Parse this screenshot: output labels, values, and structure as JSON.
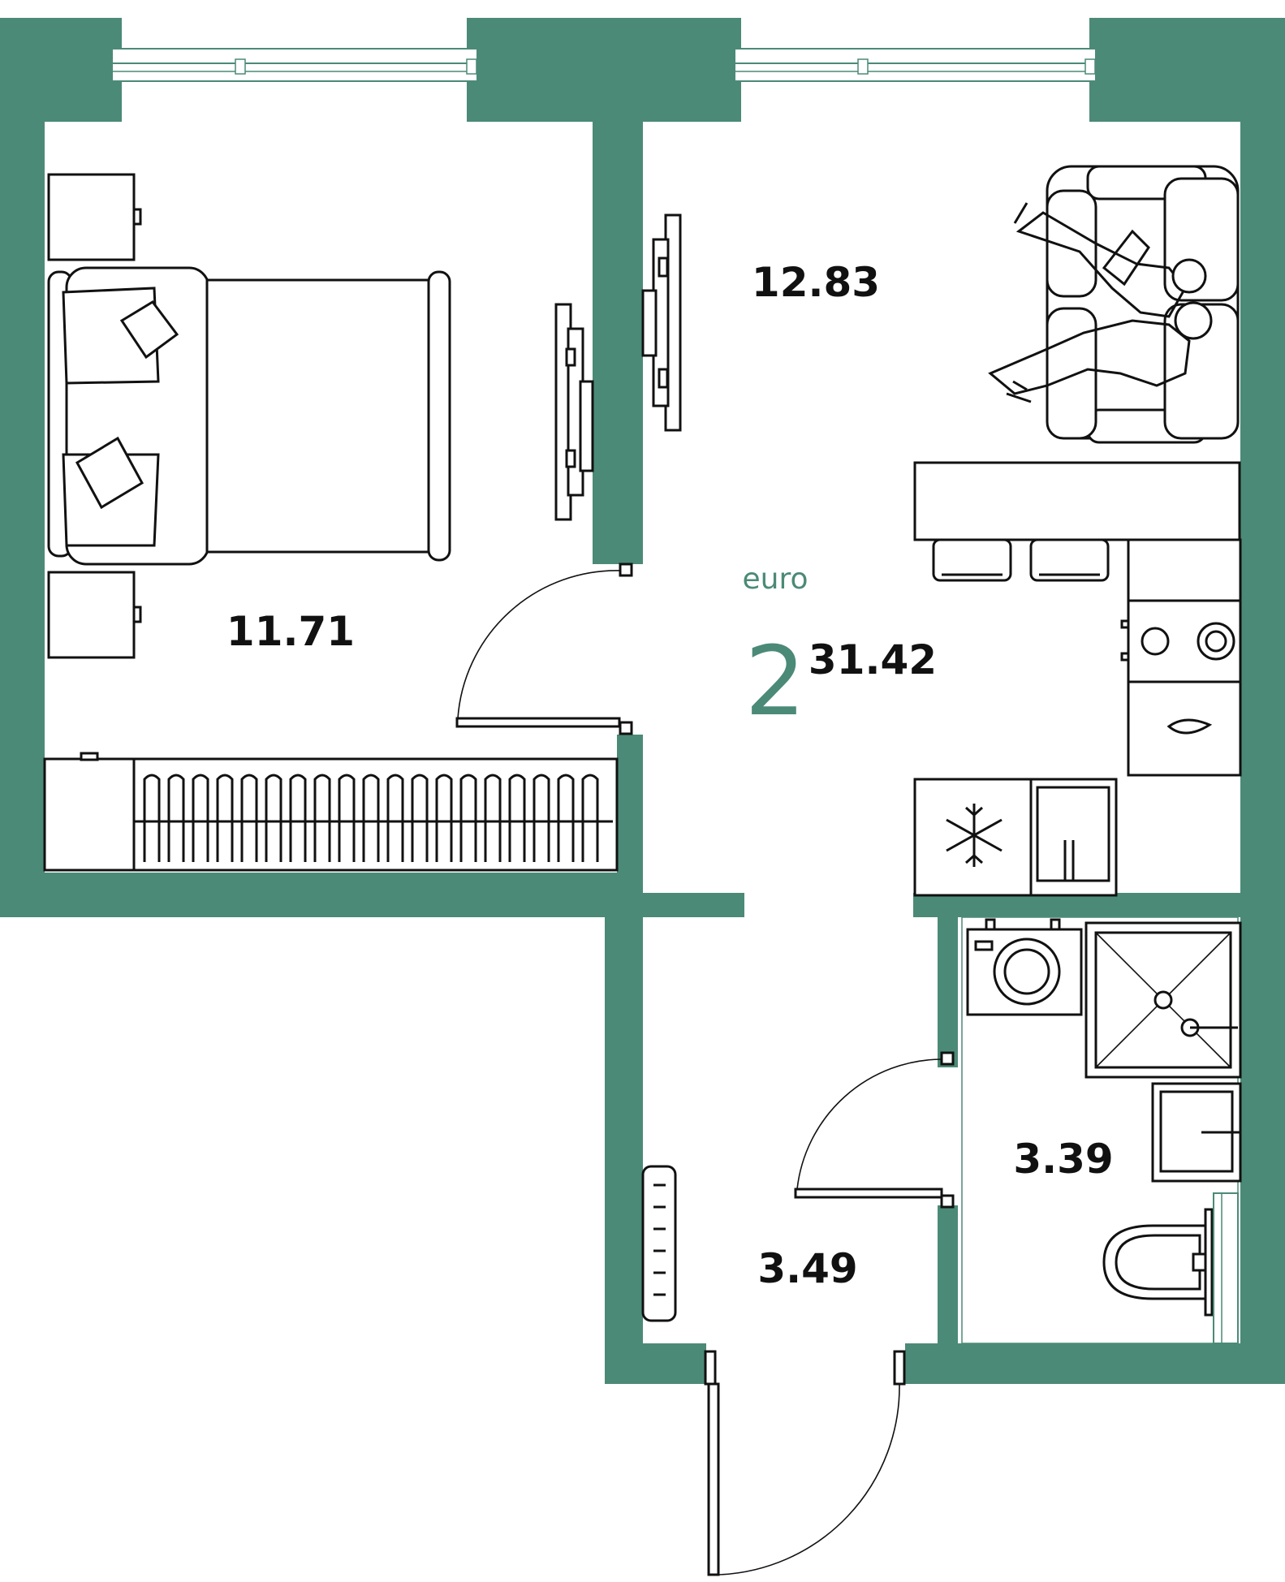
{
  "colors": {
    "wall": "#4b8a77",
    "accent": "#4b8a77",
    "line": "#111111",
    "background": "#ffffff"
  },
  "apartment": {
    "type_label": "euro",
    "rooms_count": "2",
    "total_area": "31.42"
  },
  "rooms": {
    "bedroom": {
      "area": "11.71"
    },
    "living_kitchen": {
      "area": "12.83"
    },
    "bathroom": {
      "area": "3.39"
    },
    "hallway": {
      "area": "3.49"
    }
  },
  "icons": [
    "bed-icon",
    "sofa-icon",
    "tv-icon",
    "wardrobe-icon",
    "stove-icon",
    "sink-icon",
    "fridge-icon",
    "washing-machine-icon",
    "shower-icon",
    "toilet-icon",
    "door-icon",
    "window-icon"
  ]
}
